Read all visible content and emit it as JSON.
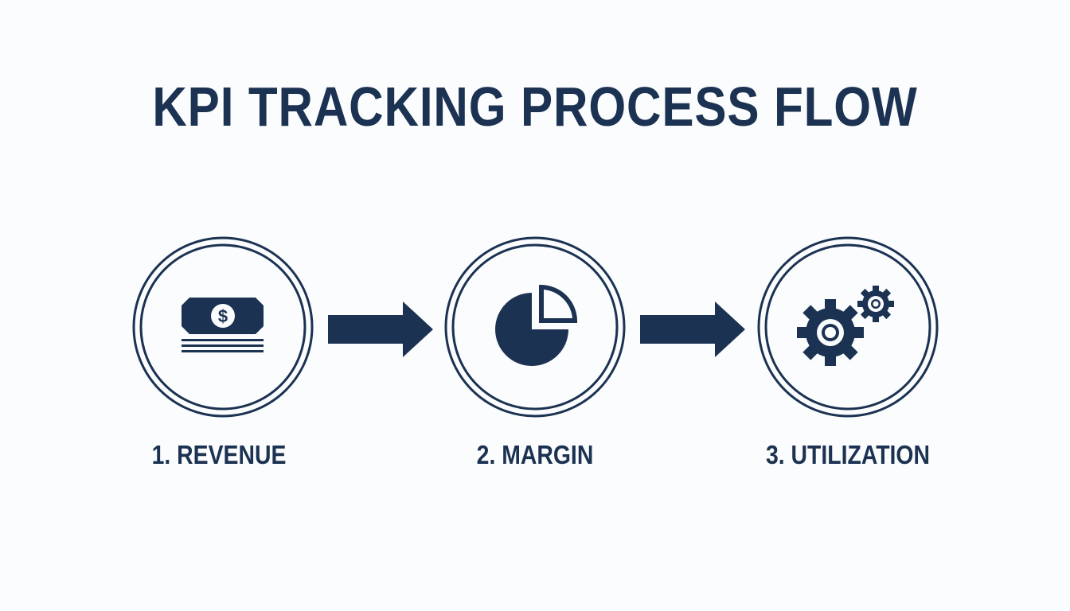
{
  "title": "KPI TRACKING PROCESS FLOW",
  "colors": {
    "primary": "#1b3252",
    "background": "#fbfcfd"
  },
  "steps": [
    {
      "label": "1. REVENUE",
      "icon": "money-icon"
    },
    {
      "label": "2. MARGIN",
      "icon": "pie-chart-icon"
    },
    {
      "label": "3. UTILIZATION",
      "icon": "gears-icon"
    }
  ]
}
